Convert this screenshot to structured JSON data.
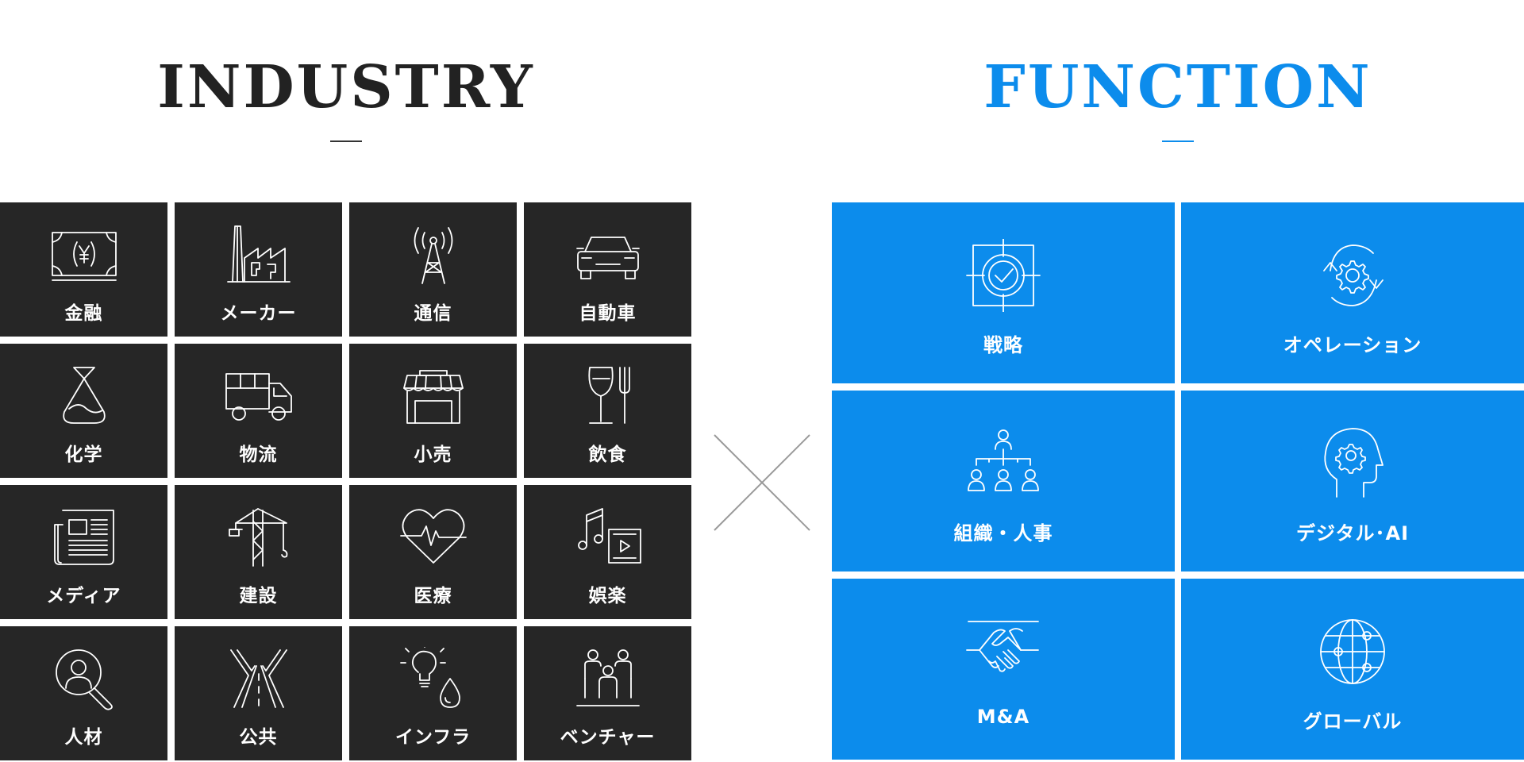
{
  "industry": {
    "title": "INDUSTRY",
    "items": [
      {
        "label": "金融",
        "icon": "yen-banknote-icon"
      },
      {
        "label": "メーカー",
        "icon": "factory-icon"
      },
      {
        "label": "通信",
        "icon": "antenna-tower-icon"
      },
      {
        "label": "自動車",
        "icon": "car-icon"
      },
      {
        "label": "化学",
        "icon": "flask-icon"
      },
      {
        "label": "物流",
        "icon": "truck-icon"
      },
      {
        "label": "小売",
        "icon": "storefront-icon"
      },
      {
        "label": "飲食",
        "icon": "glass-fork-icon"
      },
      {
        "label": "メディア",
        "icon": "newspaper-icon"
      },
      {
        "label": "建設",
        "icon": "crane-icon"
      },
      {
        "label": "医療",
        "icon": "heartbeat-icon"
      },
      {
        "label": "娯楽",
        "icon": "music-video-icon"
      },
      {
        "label": "人材",
        "icon": "person-search-icon"
      },
      {
        "label": "公共",
        "icon": "road-icon"
      },
      {
        "label": "インフラ",
        "icon": "bulb-water-icon"
      },
      {
        "label": "ベンチャー",
        "icon": "team-icon"
      }
    ]
  },
  "function": {
    "title": "FUNCTION",
    "items": [
      {
        "label": "戦略",
        "icon": "target-check-icon"
      },
      {
        "label": "オペレーション",
        "icon": "gear-cycle-icon"
      },
      {
        "label": "組織・人事",
        "icon": "org-chart-icon"
      },
      {
        "label": "デジタル･AI",
        "icon": "head-gear-icon"
      },
      {
        "label": "M&A",
        "icon": "handshake-icon"
      },
      {
        "label": "グローバル",
        "icon": "globe-icon"
      }
    ]
  },
  "colors": {
    "industry_tile": "#262626",
    "function_tile": "#0c8cec",
    "industry_heading": "#222222",
    "function_heading": "#0c8cec",
    "separator": "#9a9a9a"
  },
  "separator_icon": "cross-icon"
}
